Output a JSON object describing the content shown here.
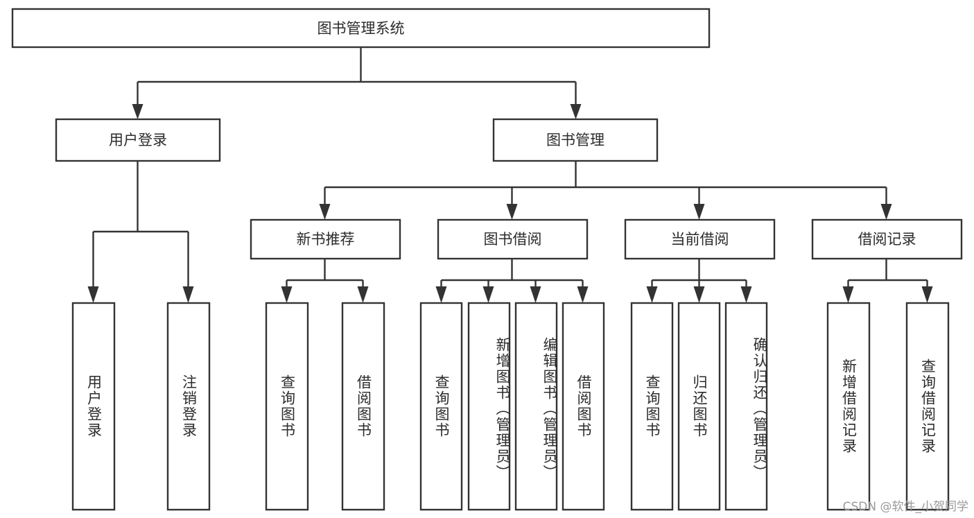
{
  "diagram": {
    "type": "tree-hierarchy-chart",
    "title_node": "图书管理系统",
    "watermark": "CSDN @软件_小贺同学",
    "colors": {
      "stroke": "#333333",
      "fill": "#ffffff",
      "text": "#2b2b2b",
      "watermark": "#9a9a9a"
    },
    "levels": {
      "root": [
        "图书管理系统"
      ],
      "level2": [
        "用户登录",
        "图书管理"
      ],
      "level3": [
        "新书推荐",
        "图书借阅",
        "当前借阅",
        "借阅记录"
      ],
      "leaves": [
        "用户登录",
        "注销登录",
        "查询图书",
        "借阅图书",
        "查询图书",
        "新增图书（管理员）",
        "编辑图书（管理员）",
        "借阅图书",
        "查询图书",
        "归还图书",
        "确认归还（管理员）",
        "新增借阅记录",
        "查询借阅记录"
      ]
    },
    "nodes": {
      "root": {
        "label": "图书管理系统"
      },
      "user_login": {
        "label": "用户登录"
      },
      "book_manage": {
        "label": "图书管理"
      },
      "new_book_rec": {
        "label": "新书推荐"
      },
      "book_borrow": {
        "label": "图书借阅"
      },
      "current_borrow": {
        "label": "当前借阅"
      },
      "borrow_record": {
        "label": "借阅记录"
      },
      "leaf_user_login": {
        "label": "用户登录"
      },
      "leaf_logout": {
        "label": "注销登录"
      },
      "leaf_query_book_1": {
        "label": "查询图书"
      },
      "leaf_borrow_book_1": {
        "label": "借阅图书"
      },
      "leaf_query_book_2": {
        "label": "查询图书"
      },
      "leaf_add_book": {
        "label": "新增图书（管理员）"
      },
      "leaf_edit_book": {
        "label": "编辑图书（管理员）"
      },
      "leaf_borrow_book_2": {
        "label": "借阅图书"
      },
      "leaf_query_book_3": {
        "label": "查询图书"
      },
      "leaf_return_book": {
        "label": "归还图书"
      },
      "leaf_confirm_return": {
        "label": "确认归还（管理员）"
      },
      "leaf_add_record": {
        "label": "新增借阅记录"
      },
      "leaf_query_record": {
        "label": "查询借阅记录"
      }
    }
  }
}
